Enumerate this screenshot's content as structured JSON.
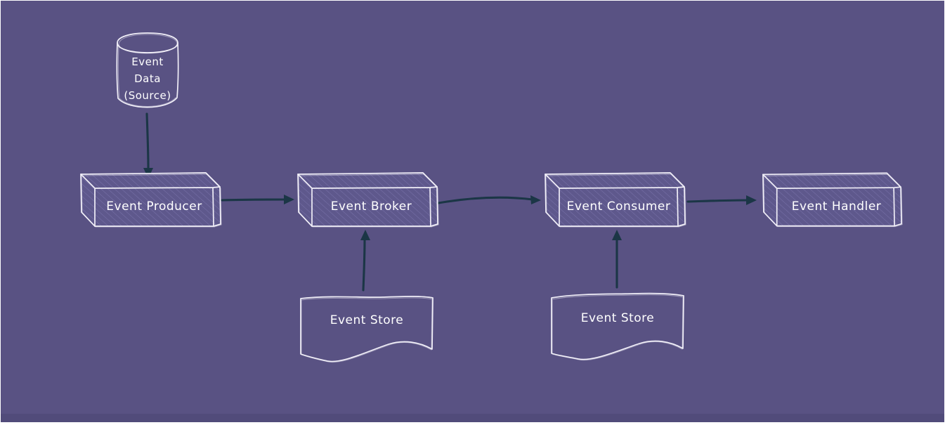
{
  "colors": {
    "background": "#595283",
    "shape_stroke": "#f1eff8",
    "hatch": "#8881bb",
    "box_face": "#5e588c",
    "arrow": "#1b3646",
    "label": "#ffffff",
    "bottom_band": "#514b7a"
  },
  "nodes": {
    "event_data": {
      "shape": "cylinder",
      "lines": [
        "Event",
        "Data",
        "(Source)"
      ]
    },
    "event_producer": {
      "shape": "box3d",
      "label": "Event Producer"
    },
    "event_broker": {
      "shape": "box3d",
      "label": "Event Broker"
    },
    "event_consumer": {
      "shape": "box3d",
      "label": "Event Consumer"
    },
    "event_handler": {
      "shape": "box3d",
      "label": "Event Handler"
    },
    "event_store_left": {
      "shape": "document",
      "label": "Event Store"
    },
    "event_store_right": {
      "shape": "document",
      "label": "Event Store"
    }
  },
  "edges": [
    {
      "from": "event_data",
      "to": "event_producer",
      "direction": "down"
    },
    {
      "from": "event_producer",
      "to": "event_broker",
      "direction": "right"
    },
    {
      "from": "event_broker",
      "to": "event_consumer",
      "direction": "right"
    },
    {
      "from": "event_consumer",
      "to": "event_handler",
      "direction": "right"
    },
    {
      "from": "event_store_left",
      "to": "event_broker",
      "direction": "up"
    },
    {
      "from": "event_store_right",
      "to": "event_consumer",
      "direction": "up"
    }
  ]
}
